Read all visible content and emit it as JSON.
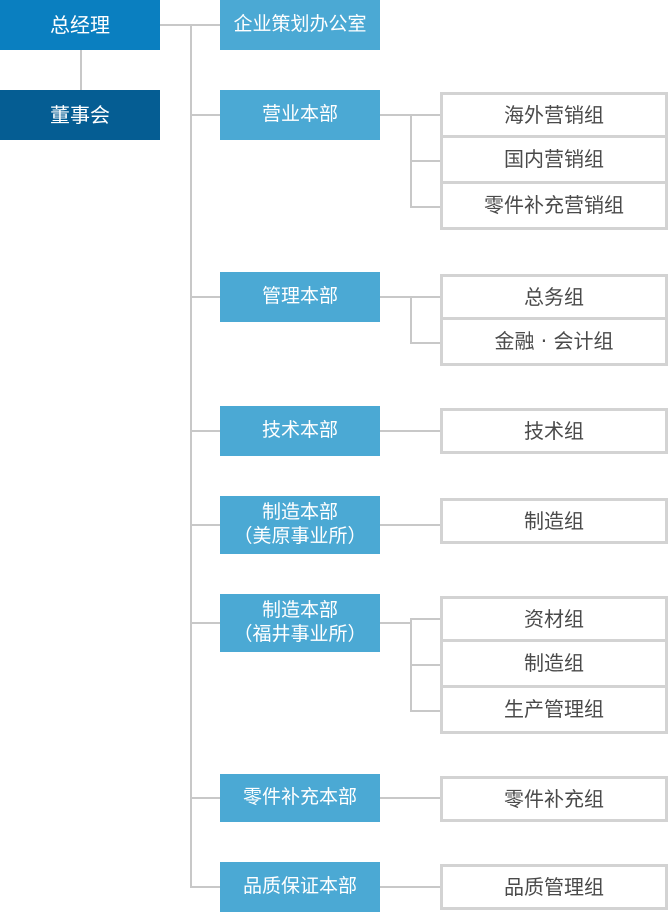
{
  "top": {
    "label": "总经理"
  },
  "board": {
    "label": "董事会"
  },
  "departments": [
    {
      "label": "企业策划办公室",
      "groups": []
    },
    {
      "label": "营业本部",
      "groups": [
        "海外营销组",
        "国内营销组",
        "零件补充营销组"
      ]
    },
    {
      "label": "管理本部",
      "groups": [
        "总务组",
        "金融 · 会计组"
      ]
    },
    {
      "label": "技术本部",
      "groups": [
        "技术组"
      ]
    },
    {
      "label": "制造本部\n（美原事业所）",
      "groups": [
        "制造组"
      ]
    },
    {
      "label": "制造本部\n（福井事业所）",
      "groups": [
        "资材组",
        "制造组",
        "生产管理组"
      ]
    },
    {
      "label": "零件补充本部",
      "groups": [
        "零件补充组"
      ]
    },
    {
      "label": "品质保证本部",
      "groups": [
        "品质管理组"
      ]
    }
  ],
  "colors": {
    "top": "#0a7fc0",
    "board": "#055d93",
    "department": "#4ba9d4",
    "group_border": "#d3d3d3",
    "connector": "#c8c8c8"
  }
}
